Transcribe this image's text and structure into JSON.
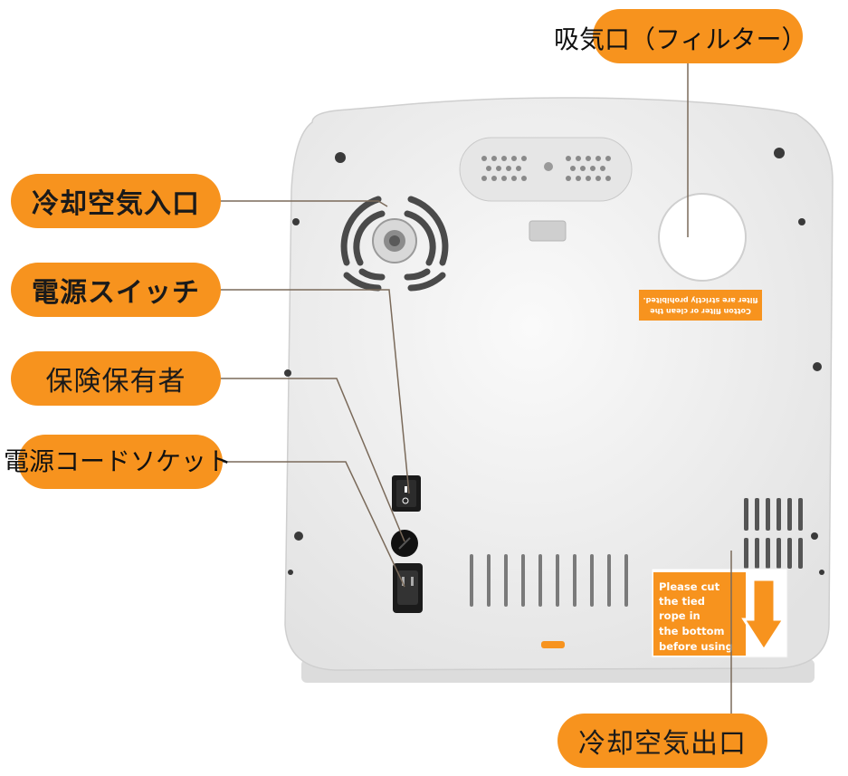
{
  "labels": {
    "air_intake_filter": "吸気口（フィルター）",
    "cooling_air_inlet": "冷却空気入口",
    "power_switch": "電源スイッチ",
    "fuse_holder": "保険保有者",
    "power_cord_socket": "電源コードソケット",
    "cooling_air_outlet": "冷却空気出口"
  },
  "sticker_filter": {
    "line1": "Cotton filter or clean the",
    "line2": "filter are strictly prohibited."
  },
  "sticker_rope": {
    "lines": [
      "Please cut",
      "the tied",
      "rope in",
      "the bottom",
      "before using"
    ]
  },
  "colors": {
    "callout": "#f7931e",
    "device_body": "#f1f1f1",
    "leader_line": "#7a6a5a"
  }
}
